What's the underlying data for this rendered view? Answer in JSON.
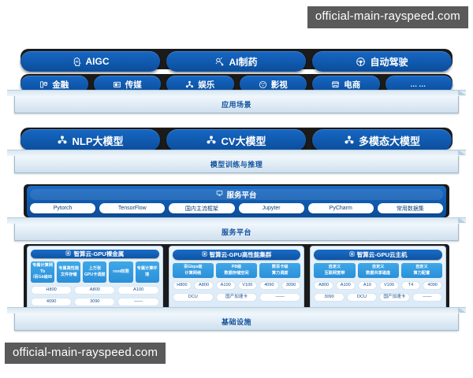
{
  "watermarks": {
    "top": "official-main-rayspeed.com",
    "bottom": "official-main-rayspeed.com"
  },
  "layers": [
    {
      "id": "application",
      "label": "应用场景"
    },
    {
      "id": "model",
      "label": "模型训练与推理"
    },
    {
      "id": "service",
      "label": "服务平台"
    },
    {
      "id": "infrastructure",
      "label": "基础设施"
    }
  ],
  "application": {
    "primary": [
      {
        "label": "AIGC",
        "icon": "ai-head-icon"
      },
      {
        "label": "AI制药",
        "icon": "molecule-icon"
      },
      {
        "label": "自动驾驶",
        "icon": "steering-icon"
      }
    ],
    "secondary": [
      {
        "label": "金融",
        "icon": "coins-icon"
      },
      {
        "label": "传媒",
        "icon": "news-icon"
      },
      {
        "label": "娱乐",
        "icon": "share-nodes-icon"
      },
      {
        "label": "影视",
        "icon": "film-reel-icon"
      },
      {
        "label": "电商",
        "icon": "shop-icon"
      },
      {
        "label": "……",
        "icon": "none"
      }
    ]
  },
  "model": {
    "items": [
      {
        "label": "NLP大模型",
        "icon": "neural-cluster-icon"
      },
      {
        "label": "CV大模型",
        "icon": "neural-cluster-icon"
      },
      {
        "label": "多模态大模型",
        "icon": "neural-cluster-icon"
      }
    ]
  },
  "service": {
    "title": "服务平台",
    "title_icon": "monitor-icon",
    "chips": [
      "Pytorch",
      "TensorFlow",
      "国内主流框架",
      "Jupyter",
      "PyCharm",
      "常用数据集"
    ]
  },
  "infrastructure": {
    "panels": [
      {
        "title": "智算云-GPU裸金属",
        "title_icon": "server-icon",
        "features": [
          [
            "专属计算网Tb",
            "/百Gb级IB"
          ],
          [
            "专属高性能",
            "文件存储"
          ],
          [
            "上万张",
            "GPU卡调度"
          ],
          [
            "root权限"
          ],
          [
            "专属计算环境"
          ]
        ],
        "chip_rows": [
          [
            "H800",
            "A800",
            "A100"
          ],
          [
            "4090",
            "3090",
            "——"
          ]
        ]
      },
      {
        "title": "智算云-GPU高性能集群",
        "title_icon": "server-icon",
        "features": [
          [
            "百Gbps级",
            "计算网络"
          ],
          [
            "PB级",
            "数据存储空间"
          ],
          [
            "数百卡级",
            "算力调度"
          ]
        ],
        "chip_rows": [
          [
            "H800",
            "A800",
            "A100",
            "V100",
            "4090",
            "3090"
          ],
          [
            "DCU",
            "国产加速卡",
            "——"
          ]
        ]
      },
      {
        "title": "智算云-GPU云主机",
        "title_icon": "server-icon",
        "features": [
          [
            "自定义",
            "互联网宽带"
          ],
          [
            "自定义",
            "数据共享磁盘"
          ],
          [
            "自定义",
            "算力配置"
          ]
        ],
        "chip_rows": [
          [
            "A800",
            "A100",
            "A10",
            "V100",
            "T4",
            "4090"
          ],
          [
            "3090",
            "DCU",
            "国产加速卡",
            "——"
          ]
        ]
      }
    ]
  },
  "colors": {
    "pill_blue": "#1059ad",
    "feature_blue": "#2b8fd8",
    "plinth_text": "#14539e"
  }
}
